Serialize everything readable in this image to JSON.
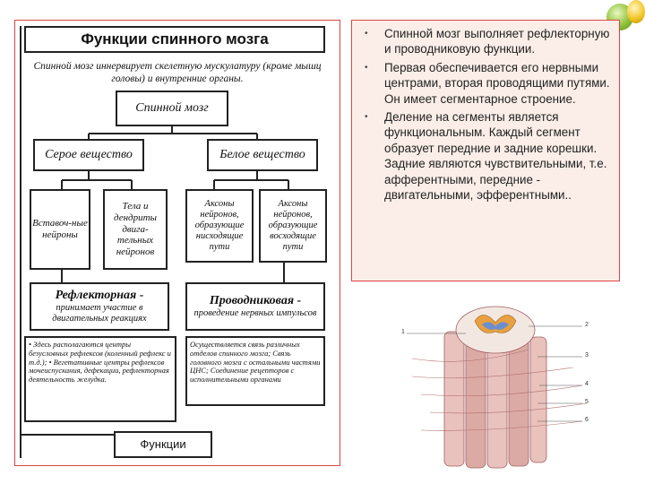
{
  "scheme": {
    "title": "Функции спинного мозга",
    "intro": "Спинной мозг иннервирует скелетную мускулатуру (кроме мышц головы) и внутренние органы.",
    "root": "Спинной мозг",
    "grey": "Серое вещество",
    "white": "Белое вещество",
    "interneurons": "Вставоч-ные нейроны",
    "motor_bodies": "Тела и дендриты двига-тельных нейронов",
    "desc_axons": "Аксоны нейронов, образующие нисходящие пути",
    "asc_axons": "Аксоны нейронов, образующие восходящие пути",
    "reflex_title": "Рефлекторная -",
    "reflex_desc": "принимает участие в двигательных реакциях",
    "cond_title": "Проводниковая -",
    "cond_desc": "проведение нервных импульсов",
    "reflex_notes": "• Здесь располагаются центры безусловных рефлексов (коленный рефлекс и т.д.); • Вегетативные центры рефлексов мочеиспускания, дефекации, рефлекторная деятельность желудка.",
    "cond_notes": "Осуществляется связь различных отделов спинного мозга; Связь головного мозга с остальными частями ЦНС; Соединение рецепторов с исполнительными органами",
    "functions": "Функции"
  },
  "text_panel": {
    "bullets": [
      "Спинной мозг выполняет рефлекторную и проводниковую функции.",
      "Первая обеспечивается его нервными центрами, вторая проводящими путями. Он имеет сегментарное строение.",
      "Деление на сегменты является функциональным. Каждый сегмент образует передние и задние корешки. Задние являются чувствительными, т.е. афферентными, передние - двигательными, эфферентными.."
    ]
  },
  "illustration": {
    "callouts": [
      "1",
      "2",
      "3",
      "4",
      "5",
      "6"
    ]
  }
}
